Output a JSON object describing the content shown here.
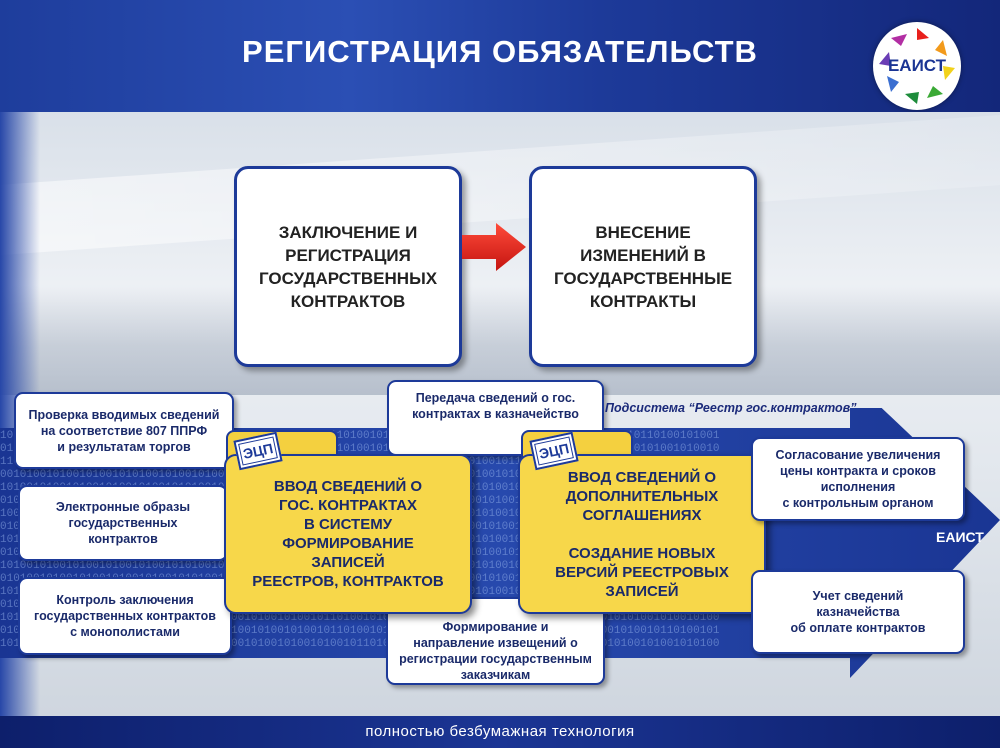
{
  "header": {
    "title": "РЕГИСТРАЦИЯ ОБЯЗАТЕЛЬСТВ",
    "logo_text": "ЕАИСТ"
  },
  "process": {
    "step1": "ЗАКЛЮЧЕНИЕ И\nРЕГИСТРАЦИЯ\nГОСУДАРСТВЕННЫХ\nКОНТРАКТОВ",
    "step2": "ВНЕСЕНИЕ\nИЗМЕНЕНИЙ В\nГОСУДАРСТВЕННЫЕ\nКОНТРАКТЫ"
  },
  "left_items": [
    "Проверка вводимых сведений\nна соответствие 807 ППРФ\nи результатам торгов",
    "Электронные образы\nгосударственных\nконтрактов",
    "Контроль заключения\nгосударственных контрактов\nс монополистами"
  ],
  "center_top": "Передача сведений о гос.\nконтрактах в казначейство",
  "center_bottom": "Формирование и\nнаправление извещений о\nрегистрации государственным\nзаказчикам",
  "yellow": {
    "left": "ВВОД СВЕДЕНИЙ О\nГОС. КОНТРАКТАХ\nВ СИСТЕМУ\nФОРМИРОВАНИЕ\nЗАПИСЕЙ\nРЕЕСТРОВ, КОНТРАКТОВ",
    "right": "ВВОД СВЕДЕНИЙ О\nДОПОЛНИТЕЛЬНЫХ\nСОГЛАШЕНИЯХ\n\nСОЗДАНИЕ НОВЫХ\nВЕРСИЙ РЕЕСТРОВЫХ\nЗАПИСЕЙ",
    "stamp": "ЭЦП"
  },
  "right_items": [
    "Согласование увеличения\nцены контракта и сроков\nисполнения\nс контрольным органом",
    "Учет сведений\nказначейства\nоб оплате контрактов"
  ],
  "subsystem_label": "Подсистема “Реестр гос.контрактов”",
  "band_label": "ЕАИСТ",
  "footer": "полностью безбумажная технология",
  "colors": {
    "primary_blue": "#1d3a99",
    "yellow": "#f7d74a",
    "arrow_red": "#e8201c"
  }
}
